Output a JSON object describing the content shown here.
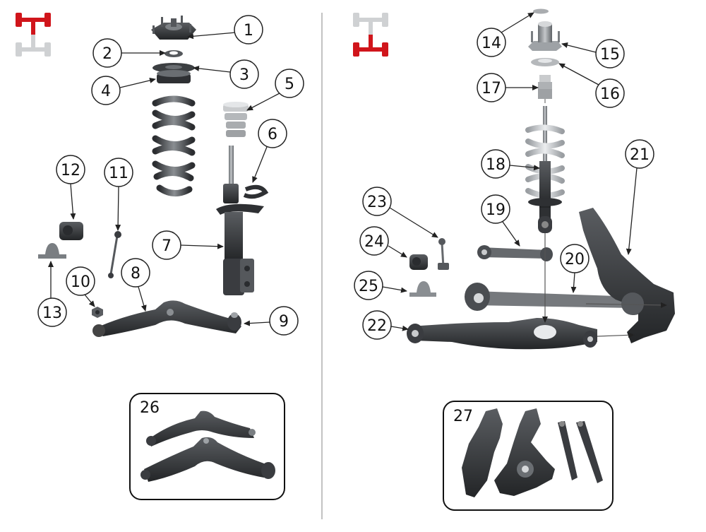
{
  "colors": {
    "part_dark": "#2e3033",
    "part_mid": "#55585c",
    "part_light": "#c9cbcd",
    "metal": "#9ea2a6",
    "indicator_active": "#d0151b",
    "indicator_inactive": "#cfd1d3",
    "divider": "#9a9a9a",
    "callout_stroke": "#222222"
  },
  "front_indicator": {
    "active": "top",
    "icon": "axle-front-icon"
  },
  "rear_indicator": {
    "active": "bottom",
    "icon": "axle-rear-icon"
  },
  "callouts": {
    "c1": "1",
    "c2": "2",
    "c3": "3",
    "c4": "4",
    "c5": "5",
    "c6": "6",
    "c7": "7",
    "c8": "8",
    "c9": "9",
    "c10": "10",
    "c11": "11",
    "c12": "12",
    "c13": "13",
    "c14": "14",
    "c15": "15",
    "c16": "16",
    "c17": "17",
    "c18": "18",
    "c19": "19",
    "c20": "20",
    "c21": "21",
    "c22": "22",
    "c23": "23",
    "c24": "24",
    "c25": "25"
  },
  "insets": {
    "front_arms": {
      "label": "26"
    },
    "rear_knuckle": {
      "label": "27"
    }
  }
}
